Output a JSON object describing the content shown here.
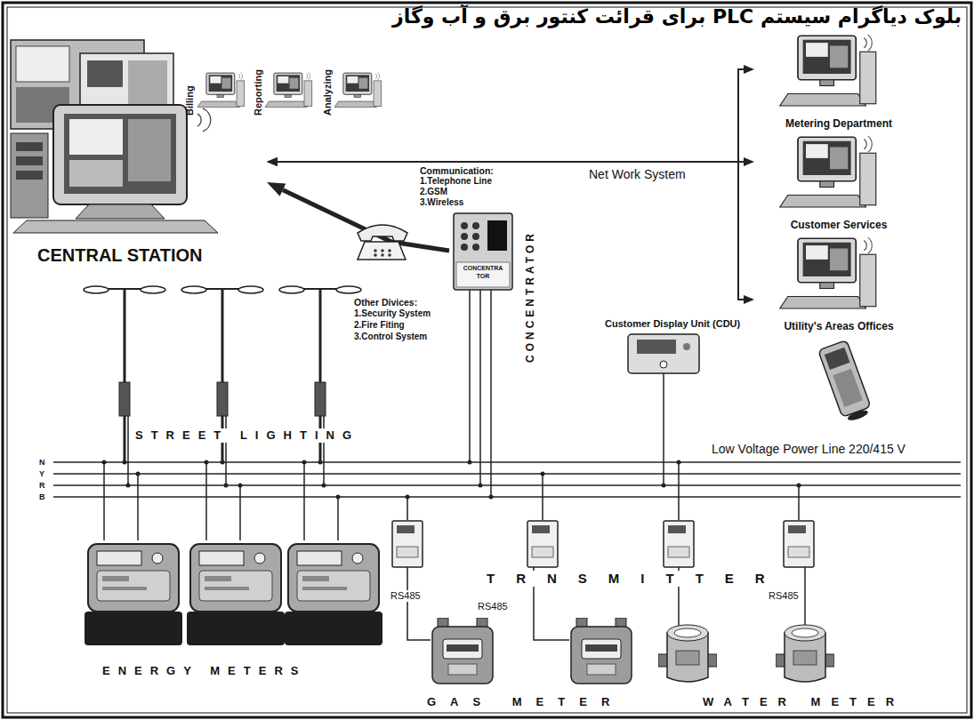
{
  "diagram": {
    "title": "بلوک دیاگرام سیستم PLC برای قرائت کنتور برق و آب وگاز",
    "nodes": [
      {
        "text": [
          "CENTRAL STATION"
        ]
      },
      {
        "text": [
          "Billing"
        ]
      },
      {
        "text": [
          "Reporting"
        ]
      },
      {
        "text": [
          "Analyzing"
        ]
      },
      {
        "text": [
          "Metering Department"
        ]
      },
      {
        "text": [
          "Customer Services"
        ]
      },
      {
        "text": [
          "Utility's Areas Offices"
        ]
      },
      {
        "text": [
          "CONCENTRA TOR",
          "CONCENTRATOR"
        ]
      },
      {
        "text": [
          "Customer Display Unit (CDU)"
        ]
      }
    ],
    "edges": [
      {
        "from": 7,
        "to": 0,
        "arrow": "to"
      },
      {
        "from": 0,
        "to": 4,
        "arrow": "both"
      },
      {
        "from": 0,
        "to": 5,
        "label": "Net Work System",
        "arrow": "both"
      },
      {
        "from": 0,
        "to": 6,
        "arrow": "both"
      }
    ],
    "labels": [
      "Communication:",
      "1.Telephone Line",
      "2.GSM",
      "3.Wireless",
      "Other Divices:",
      "1.Security System",
      "2.Fire Fiting",
      "3.Control System",
      "STREET LIGHTING",
      "N",
      "Y",
      "R",
      "B",
      "Low Voltage Power Line 220/415 V",
      "TRNSMITTER",
      "RS485",
      "RS485",
      "RS485",
      "ENERGY METERS",
      "GAS METER",
      "WATER METER"
    ]
  }
}
